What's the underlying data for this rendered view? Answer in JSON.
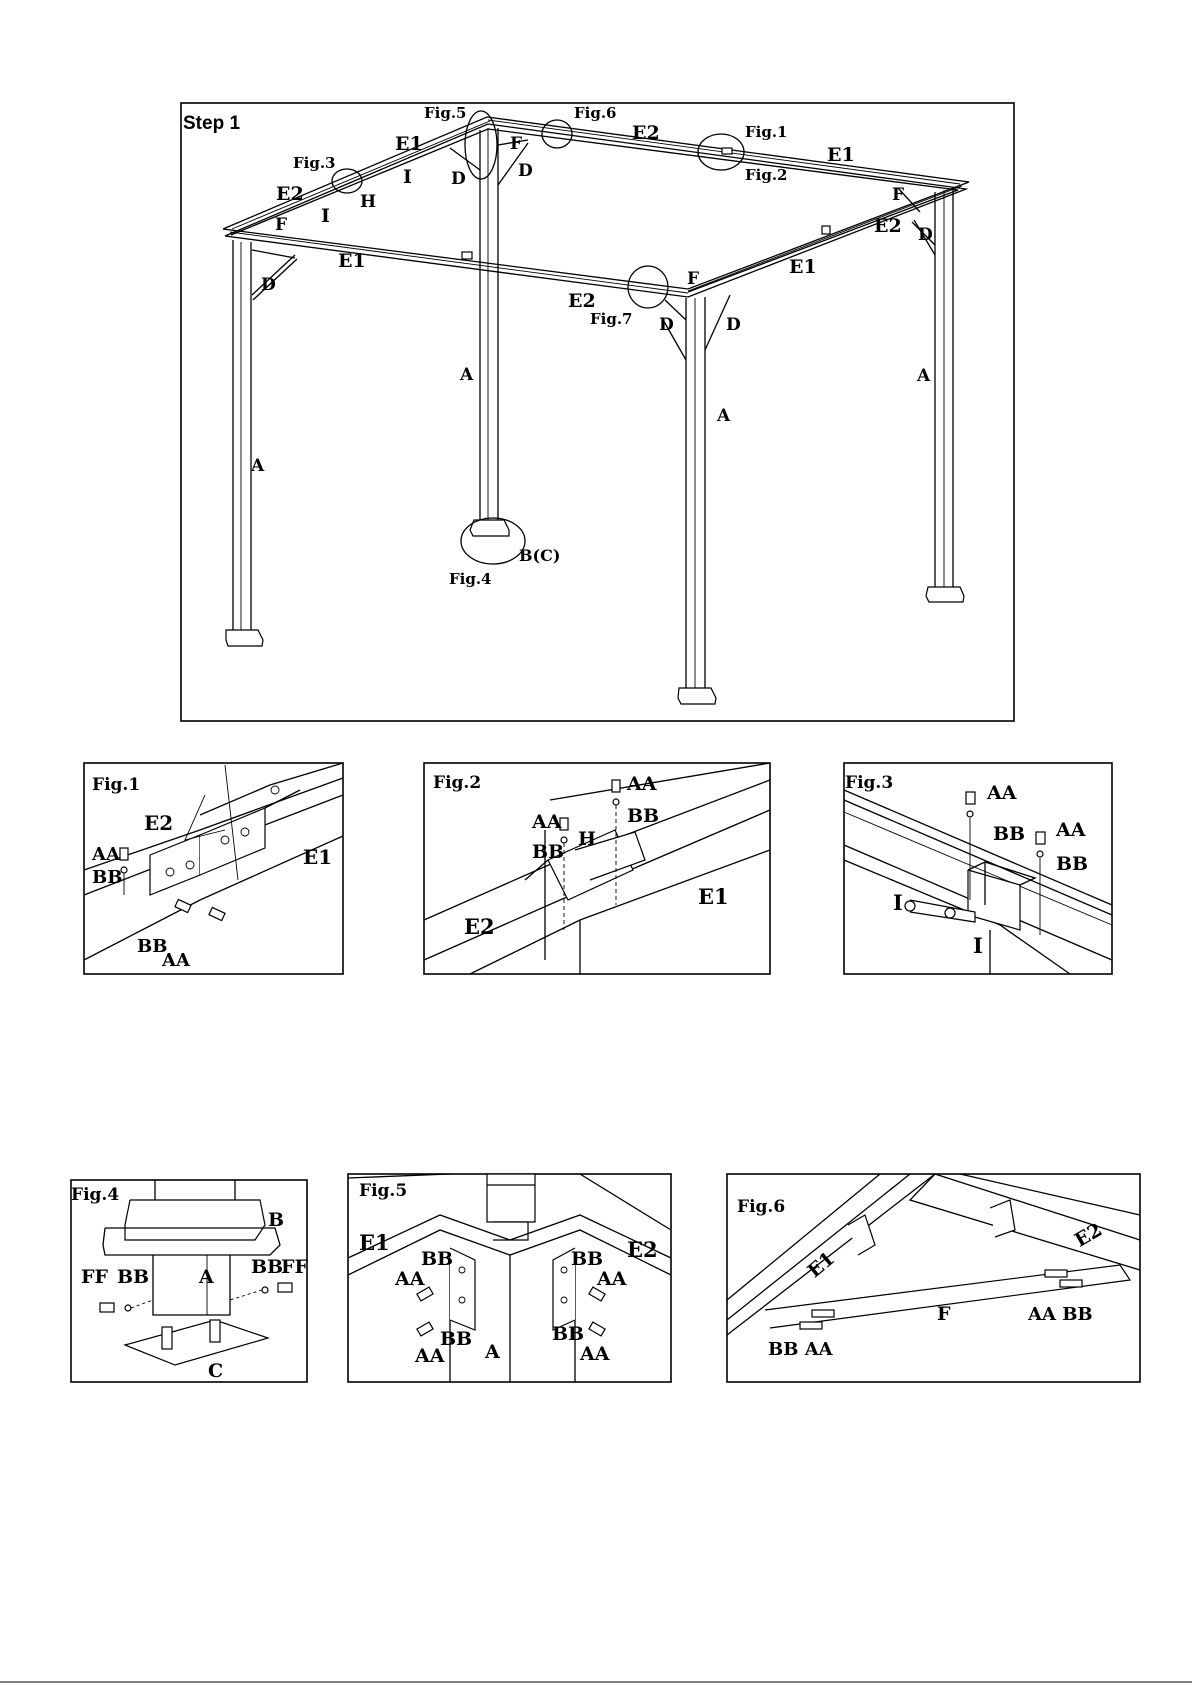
{
  "step_title": "Step 1",
  "main_labels": {
    "fig5": "Fig.5",
    "fig6": "Fig.6",
    "fig1": "Fig.1",
    "fig2": "Fig.2",
    "fig3": "Fig.3",
    "fig7": "Fig.7",
    "fig4": "Fig.4",
    "e1_back_left": "E1",
    "e2_back_mid": "E2",
    "e1_back_right": "E1",
    "e2_left": "E2",
    "i_upper": "I",
    "i_lower": "I",
    "h": "H",
    "f_back": "F",
    "d_back1": "D",
    "d_back2": "D",
    "f_right": "F",
    "e2_right": "E2",
    "d_right": "D",
    "f_left": "F",
    "e1_front": "E1",
    "d_left": "D",
    "e2_front": "E2",
    "f_front": "F",
    "e1_front_right": "E1",
    "d_front1": "D",
    "d_front2": "D",
    "a_back": "A",
    "a_right": "A",
    "a_front": "A",
    "a_left": "A",
    "b_c": "B(C)"
  },
  "fig1": {
    "title": "Fig.1",
    "e2": "E2",
    "e1": "E1",
    "aa_top": "AA",
    "bb_top": "BB",
    "bb_bot": "BB",
    "aa_bot": "AA"
  },
  "fig2": {
    "title": "Fig.2",
    "aa_right": "AA",
    "bb_right": "BB",
    "aa_left": "AA",
    "bb_left": "BB",
    "h": "H",
    "e1": "E1",
    "e2": "E2"
  },
  "fig3": {
    "title": "Fig.3",
    "aa_left": "AA",
    "bb_left": "BB",
    "aa_right": "AA",
    "bb_right": "BB",
    "i_left": "I",
    "i_bottom": "I"
  },
  "fig4": {
    "title": "Fig.4",
    "b": "B",
    "ff_left": "FF",
    "bb_left": "BB",
    "a": "A",
    "bb_right": "BB",
    "ff_right": "FF",
    "c": "C"
  },
  "fig5": {
    "title": "Fig.5",
    "e1": "E1",
    "e2": "E2",
    "bb_tl": "BB",
    "aa_l": "AA",
    "bb_bl": "BB",
    "aa_bl": "AA",
    "a": "A",
    "bb_tr": "BB",
    "aa_r": "AA",
    "bb_br": "BB",
    "aa_br": "AA"
  },
  "fig6": {
    "title": "Fig.6",
    "e1": "E1",
    "e2": "E2",
    "f": "F",
    "aa_bb": "AA BB",
    "bb_aa": "BB AA"
  }
}
